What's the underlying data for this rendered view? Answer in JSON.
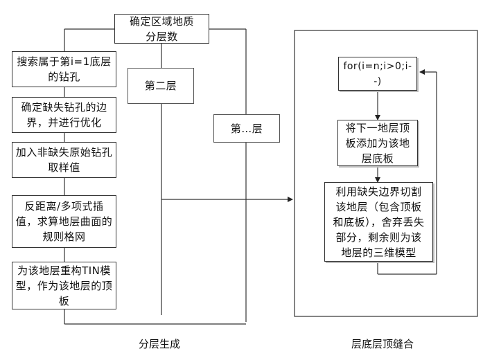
{
  "top_box": "确定区域地质分层数",
  "left_column": [
    "搜索属于第i=1底层的钻孔",
    "确定缺失钻孔的边界，并进行优化",
    "加入非缺失原始钻孔取样值",
    "反距离/多项式插值，求算地层曲面的规则格网",
    "为该地层重构TIN模型，作为该地层的顶板"
  ],
  "layer_two": "第二层",
  "layer_n": "第…层",
  "right_panel": {
    "loop": "for(i=n;i>0;i--)",
    "add_bottom": "将下一地层顶板添加为该地层底板",
    "cut": "利用缺失边界切割该地层（包含顶板和底板），舍弃丢失部分，剩余则为该地层的三维模型"
  },
  "captions": {
    "left": "分层生成",
    "right": "层底层顶缝合"
  }
}
